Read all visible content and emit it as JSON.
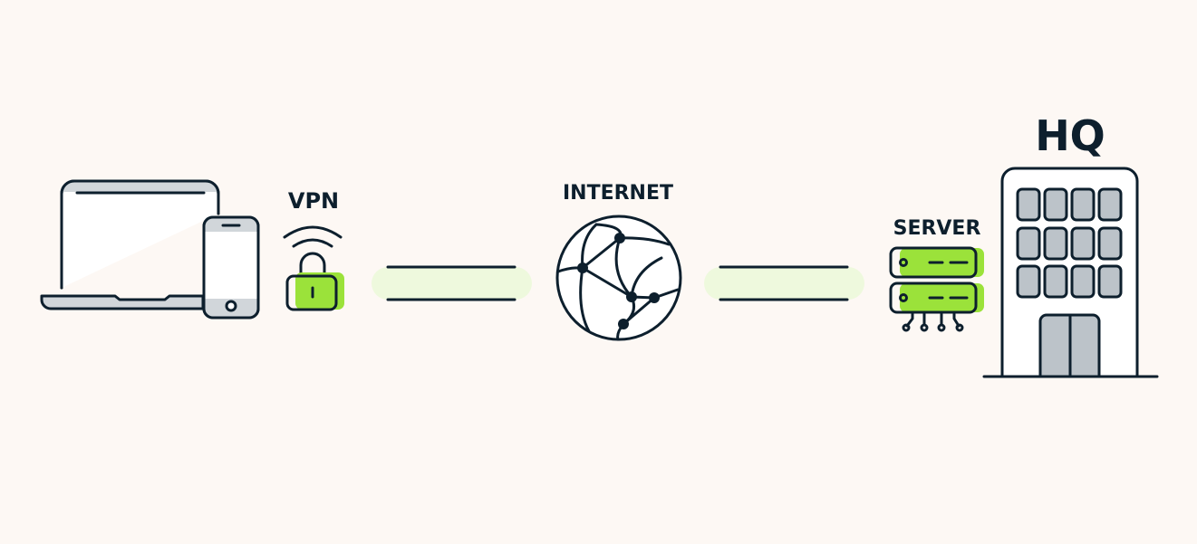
{
  "labels": {
    "vpn": "VPN",
    "internet": "INTERNET",
    "server": "SERVER",
    "hq": "HQ"
  },
  "colors": {
    "background": "#fdf8f4",
    "stroke": "#0d1f2d",
    "accent_green": "#9be23a",
    "tunnel": "#eef9dd",
    "grey": "#bcc3c9"
  },
  "icons": [
    "laptop-icon",
    "phone-icon",
    "wifi-icon",
    "lock-icon",
    "globe-icon",
    "server-icon",
    "building-icon"
  ]
}
